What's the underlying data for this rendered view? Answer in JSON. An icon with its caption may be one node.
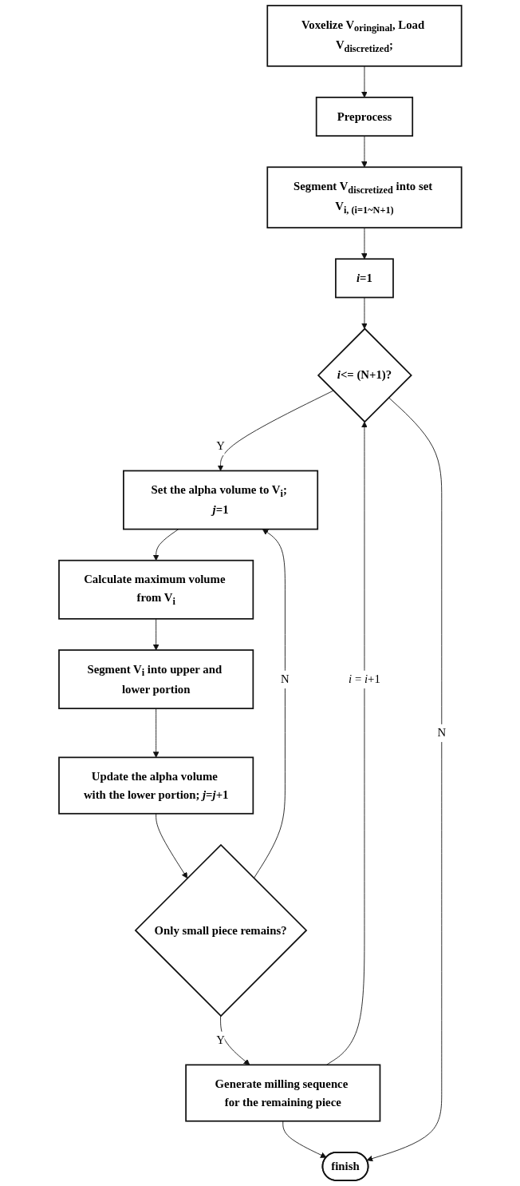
{
  "diagram": {
    "nodes": [
      {
        "text": [
          "Voxelize V$_{oringinal}$, Load V$_{discretized}$;"
        ]
      },
      {
        "text": [
          "Preprocess"
        ]
      },
      {
        "text": [
          "Segment V$_{discretized}$ into set V$_{i, (i=1~N+1)}$"
        ]
      },
      {
        "text": [
          "*i*=1"
        ]
      },
      {
        "text": [
          "*i*<= (N+1)?"
        ]
      },
      {
        "text": [
          "Set the alpha volume to V$_{i}$; *j*=1"
        ]
      },
      {
        "text": [
          "Calculate maximum volume from V$_{i}$"
        ]
      },
      {
        "text": [
          "Segment V$_{i}$ into upper and lower portion"
        ]
      },
      {
        "text": [
          "Update the alpha volume with the lower portion; *j*=*j*+1"
        ]
      },
      {
        "text": [
          "Only small piece remains?"
        ]
      },
      {
        "text": [
          "Generate milling sequence for the remaining piece"
        ]
      },
      {
        "text": [
          "finish"
        ]
      }
    ],
    "edges": [
      {
        "from": 0,
        "to": 1,
        "arrow": "to"
      },
      {
        "from": 1,
        "to": 2,
        "arrow": "to"
      },
      {
        "from": 2,
        "to": 3,
        "arrow": "to"
      },
      {
        "from": 3,
        "to": 4,
        "arrow": "to"
      },
      {
        "from": 4,
        "to": 5,
        "arrow": "to",
        "label": "Y"
      },
      {
        "from": 5,
        "to": 6,
        "arrow": "to"
      },
      {
        "from": 6,
        "to": 7,
        "arrow": "to"
      },
      {
        "from": 7,
        "to": 8,
        "arrow": "to"
      },
      {
        "from": 8,
        "to": 9,
        "arrow": "to"
      },
      {
        "from": 9,
        "to": 5,
        "arrow": "to",
        "label": "N"
      },
      {
        "from": 9,
        "to": 10,
        "arrow": "to",
        "label": "Y"
      },
      {
        "from": 10,
        "to": 4,
        "arrow": "to",
        "label": "*i* = *i*+1"
      },
      {
        "from": 10,
        "to": 11,
        "arrow": "to"
      },
      {
        "from": 4,
        "to": 11,
        "arrow": "to",
        "label": "N"
      }
    ]
  }
}
